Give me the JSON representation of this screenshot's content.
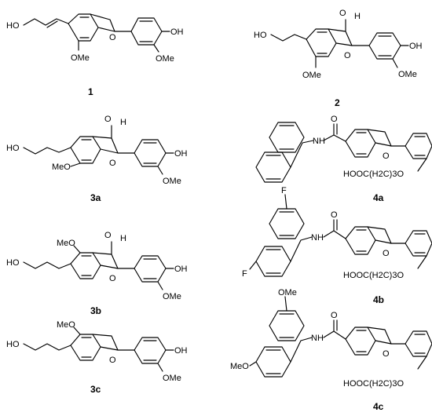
{
  "figure": "benzofuran structures",
  "compounds": [
    {
      "id": "1",
      "labels": {
        "ho": "HO",
        "oh": "OH",
        "ome_a": "OMe",
        "ome_b": "OMe",
        "o_ring": "O"
      }
    },
    {
      "id": "2",
      "labels": {
        "ho": "HO",
        "oh": "OH",
        "ome_a": "OMe",
        "ome_b": "OMe",
        "o_ring": "O",
        "o_ald": "O",
        "h_ald": "H"
      }
    },
    {
      "id": "3a",
      "labels": {
        "ho": "HO",
        "oh": "OH",
        "ome_a": "MeO",
        "ome_b": "OMe",
        "o_ring": "O",
        "o_ald": "O",
        "h_ald": "H"
      }
    },
    {
      "id": "3b",
      "labels": {
        "ho": "HO",
        "oh": "OH",
        "ome_a": "MeO",
        "ome_b": "OMe",
        "o_ring": "O",
        "o_ald": "O",
        "h_ald": "H"
      }
    },
    {
      "id": "3c",
      "labels": {
        "ho": "HO",
        "oh": "OH",
        "ome_a": "MeO",
        "ome_b": "OMe",
        "o_ring": "O"
      }
    },
    {
      "id": "4a",
      "labels": {
        "nh": "NH",
        "o_amide": "O",
        "o_ring": "O",
        "acid": "HOOC(H2C)3O"
      }
    },
    {
      "id": "4b",
      "labels": {
        "nh": "NH",
        "o_amide": "O",
        "o_ring": "O",
        "acid": "HOOC(H2C)3O",
        "f_top": "F",
        "f_left": "F"
      }
    },
    {
      "id": "4c",
      "labels": {
        "nh": "NH",
        "o_amide": "O",
        "o_ring": "O",
        "acid": "HOOC(H2C)3O",
        "ome_top": "OMe",
        "ome_left": "MeO"
      }
    }
  ]
}
